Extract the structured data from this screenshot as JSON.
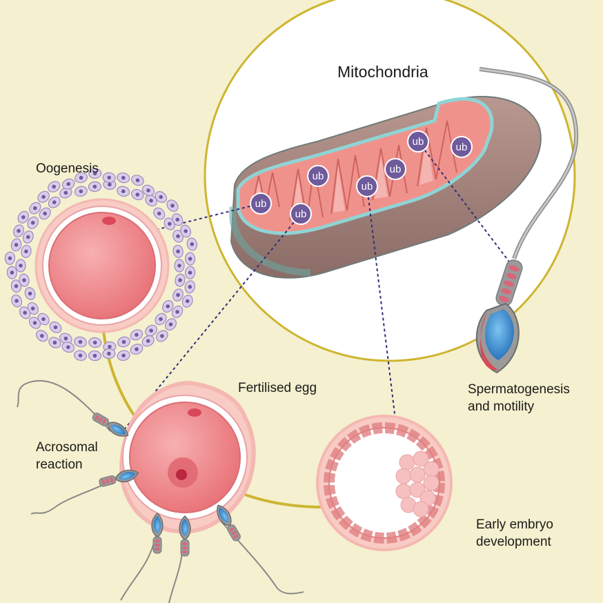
{
  "labels": {
    "mitochondria": "Mitochondria",
    "oogenesis": "Oogenesis",
    "fertilised_egg": "Fertilised egg",
    "acrosomal_line1": "Acrosomal",
    "acrosomal_line2": "reaction",
    "sperm_line1": "Spermatogenesis",
    "sperm_line2": "and motility",
    "embryo_line1": "Early embryo",
    "embryo_line2": "development"
  },
  "ub_marker": "ub",
  "colors": {
    "background": "#f5f0cf",
    "ring": "#cdb531",
    "mito_outer": "#a98a83",
    "mito_rim": "#8fd4d4",
    "mito_inner": "#f0928c",
    "ub_fill": "#6f5a9c",
    "connector": "#2c2f7a",
    "egg": "#ef8a8e",
    "sperm_head": "#3c8fcf"
  }
}
